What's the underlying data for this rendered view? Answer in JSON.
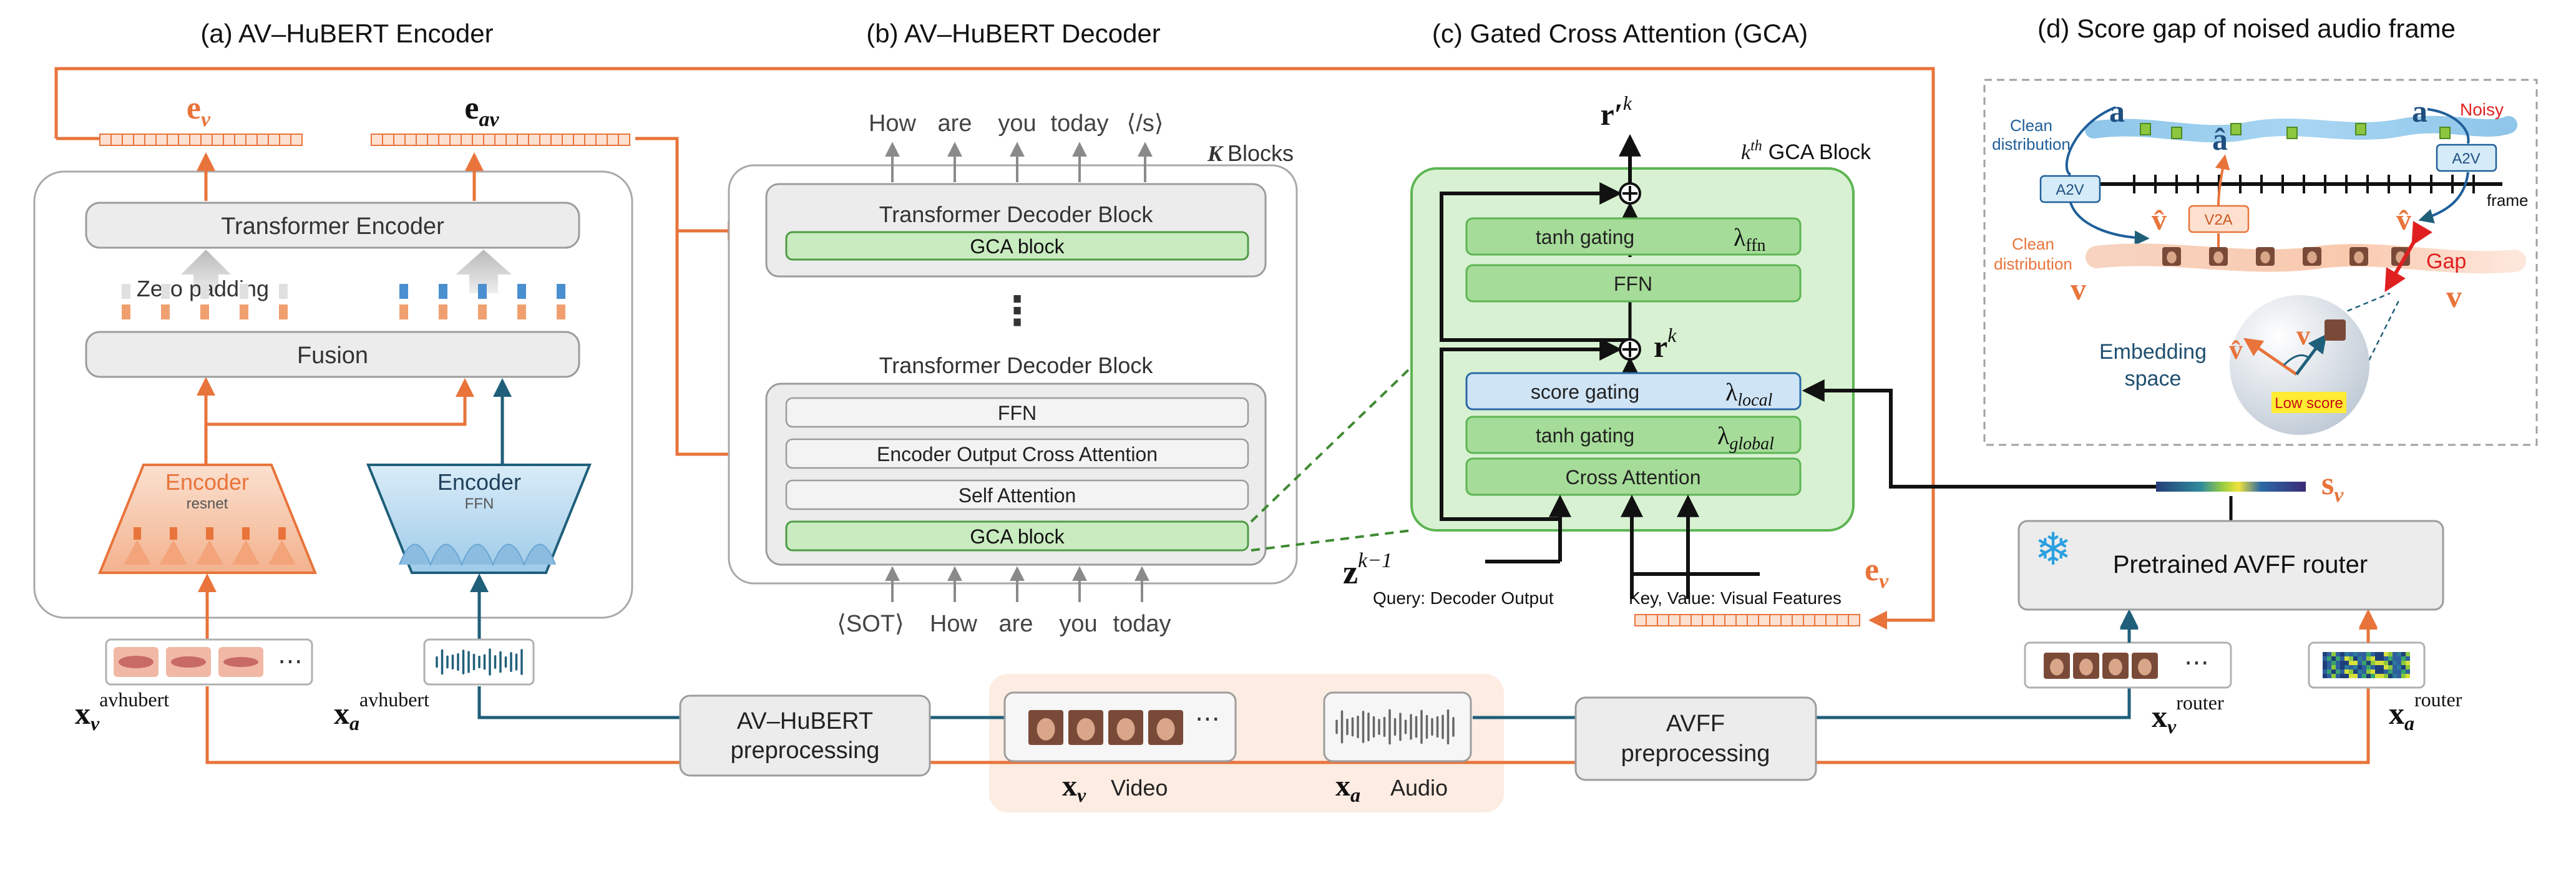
{
  "panels": {
    "a": {
      "title": "(a) AV–HuBERT Encoder"
    },
    "b": {
      "title": "(b) AV–HuBERT Decoder"
    },
    "c": {
      "title": "(c) Gated Cross Attention (GCA)"
    },
    "d": {
      "title": "(d) Score gap of noised audio frame"
    }
  },
  "encoder": {
    "ev": "e",
    "ev_sub": "v",
    "eav": "e",
    "eav_sub": "av",
    "transformer": "Transformer Encoder",
    "zero_padding": "Zero padding",
    "fusion": "Fusion",
    "video_encoder": "Encoder",
    "video_encoder_sub": "resnet",
    "audio_encoder": "Encoder",
    "audio_encoder_sub": "FFN",
    "xv": "x",
    "xv_sub": "v",
    "xv_sup": "avhubert",
    "xa": "x",
    "xa_sub": "a",
    "xa_sup": "avhubert"
  },
  "decoder": {
    "outputs": [
      "How",
      "are",
      "you",
      "today",
      "⟨/s⟩"
    ],
    "blocks_k": "K",
    "blocks_label": "Blocks",
    "top_block": "Transformer Decoder Block",
    "top_gca": "GCA block",
    "dots": "⋮",
    "mid_label": "Transformer Decoder Block",
    "ffn": "FFN",
    "eoca": "Encoder Output Cross Attention",
    "self_attn": "Self Attention",
    "gca": "GCA block",
    "inputs": [
      "⟨SOT⟩",
      "How",
      "are",
      "you",
      "today"
    ]
  },
  "gca": {
    "out": "r′",
    "out_sup": "k",
    "block_sup": "th",
    "block_label": "GCA Block",
    "tanh1": "tanh gating",
    "lambda_ffn": "λ",
    "lambda_ffn_sub": "ffn",
    "ffn": "FFN",
    "rk": "r",
    "rk_sup": "k",
    "score": "score gating",
    "lambda_local": "λ",
    "lambda_local_sub": "local",
    "tanh2": "tanh gating",
    "lambda_global": "λ",
    "lambda_global_sub": "global",
    "cross": "Cross Attention",
    "z": "z",
    "z_sup": "k−1",
    "query": "Query: Decoder Output",
    "kv": "Key, Value: Visual Features",
    "ev": "e",
    "ev_sub": "v"
  },
  "score_gap": {
    "a1": "a",
    "clean1": "Clean",
    "clean1b": "distribution",
    "a_hat": "â",
    "a2": "a",
    "noisy": "Noisy",
    "a2v_left": "A2V",
    "a2v_right": "A2V",
    "frame": "frame",
    "v_hat1": "v̂",
    "v2a": "V2A",
    "v_hat2": "v̂",
    "clean2": "Clean",
    "clean2b": "distribution",
    "v1": "v",
    "gap": "Gap",
    "v2": "v",
    "embed1": "Embedding",
    "embed2": "space",
    "ball_vhat": "v̂",
    "ball_v": "v",
    "low_score": "Low score"
  },
  "router": {
    "sv": "s",
    "sv_sub": "v",
    "label": "Pretrained AVFF router",
    "xv": "x",
    "xv_sub": "v",
    "xv_sup": "router",
    "xa": "x",
    "xa_sub": "a",
    "xa_sup": "router"
  },
  "preprocessing": {
    "avhubert1": "AV–HuBERT",
    "avhubert2": "preprocessing",
    "avff1": "AVFF",
    "avff2": "preprocessing",
    "xv": "x",
    "xv_sub": "v",
    "video": "Video",
    "xa": "x",
    "xa_sub": "a",
    "audio": "Audio"
  },
  "colors": {
    "orange": "#e8743b",
    "blue": "#1f5f7a",
    "green_fill": "#c9ebc0",
    "green_stroke": "#5db553",
    "light_blue": "#cfe4f5"
  }
}
